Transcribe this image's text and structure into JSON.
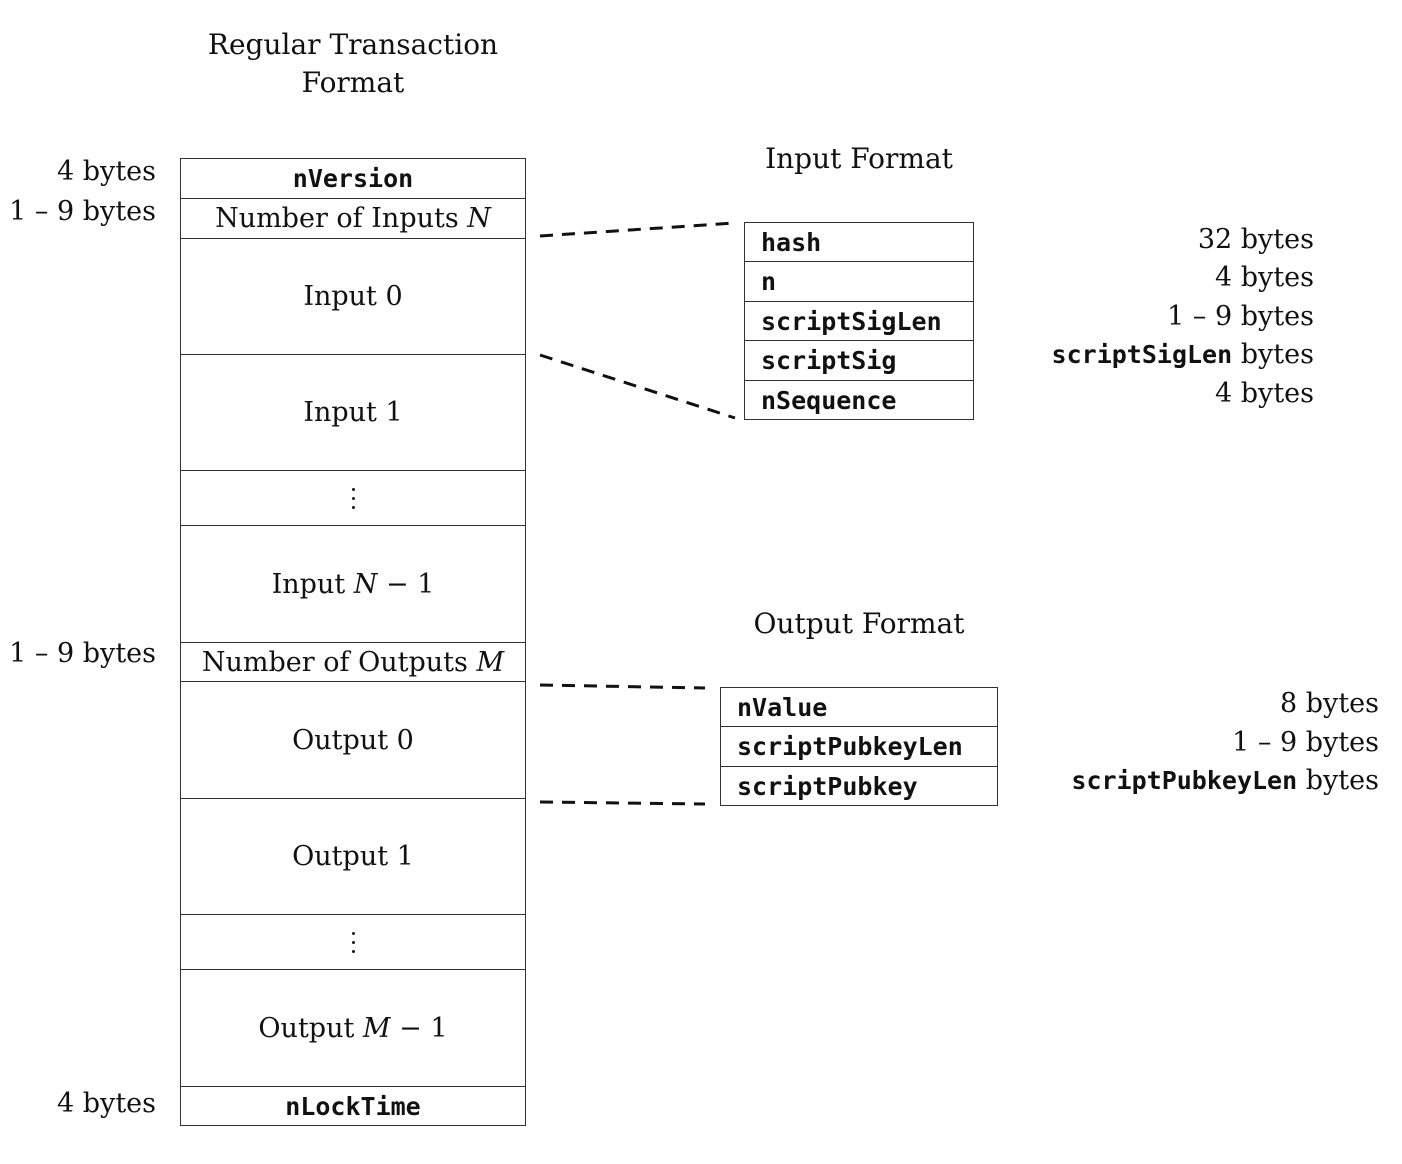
{
  "titles": {
    "transaction_line1": "Regular Transaction",
    "transaction_line2": "Format",
    "input_format": "Input Format",
    "output_format": "Output Format"
  },
  "transaction": {
    "nVersion": "nVersion",
    "nVersion_size": "4 bytes",
    "num_inputs_text": "Number of Inputs",
    "num_inputs_var": "N",
    "num_inputs_size": "1 – 9 bytes",
    "input0": "Input 0",
    "input1": "Input 1",
    "inputLast_text": "Input",
    "inputLast_var": "N",
    "inputLast_suffix": "− 1",
    "num_outputs_text": "Number of Outputs",
    "num_outputs_var": "M",
    "num_outputs_size": "1 – 9 bytes",
    "output0": "Output 0",
    "output1": "Output 1",
    "outputLast_text": "Output",
    "outputLast_var": "M",
    "outputLast_suffix": "− 1",
    "nLockTime": "nLockTime",
    "nLockTime_size": "4 bytes"
  },
  "input_fields": [
    {
      "name": "hash",
      "size": "32 bytes"
    },
    {
      "name": "n",
      "size": "4 bytes"
    },
    {
      "name": "scriptSigLen",
      "size": "1 – 9 bytes"
    },
    {
      "name": "scriptSig",
      "size_mono": "scriptSigLen",
      "size": "bytes"
    },
    {
      "name": "nSequence",
      "size": "4 bytes"
    }
  ],
  "output_fields": [
    {
      "name": "nValue",
      "size": "8 bytes"
    },
    {
      "name": "scriptPubkeyLen",
      "size": "1 – 9 bytes"
    },
    {
      "name": "scriptPubkey",
      "size_mono": "scriptPubkeyLen",
      "size": "bytes"
    }
  ]
}
